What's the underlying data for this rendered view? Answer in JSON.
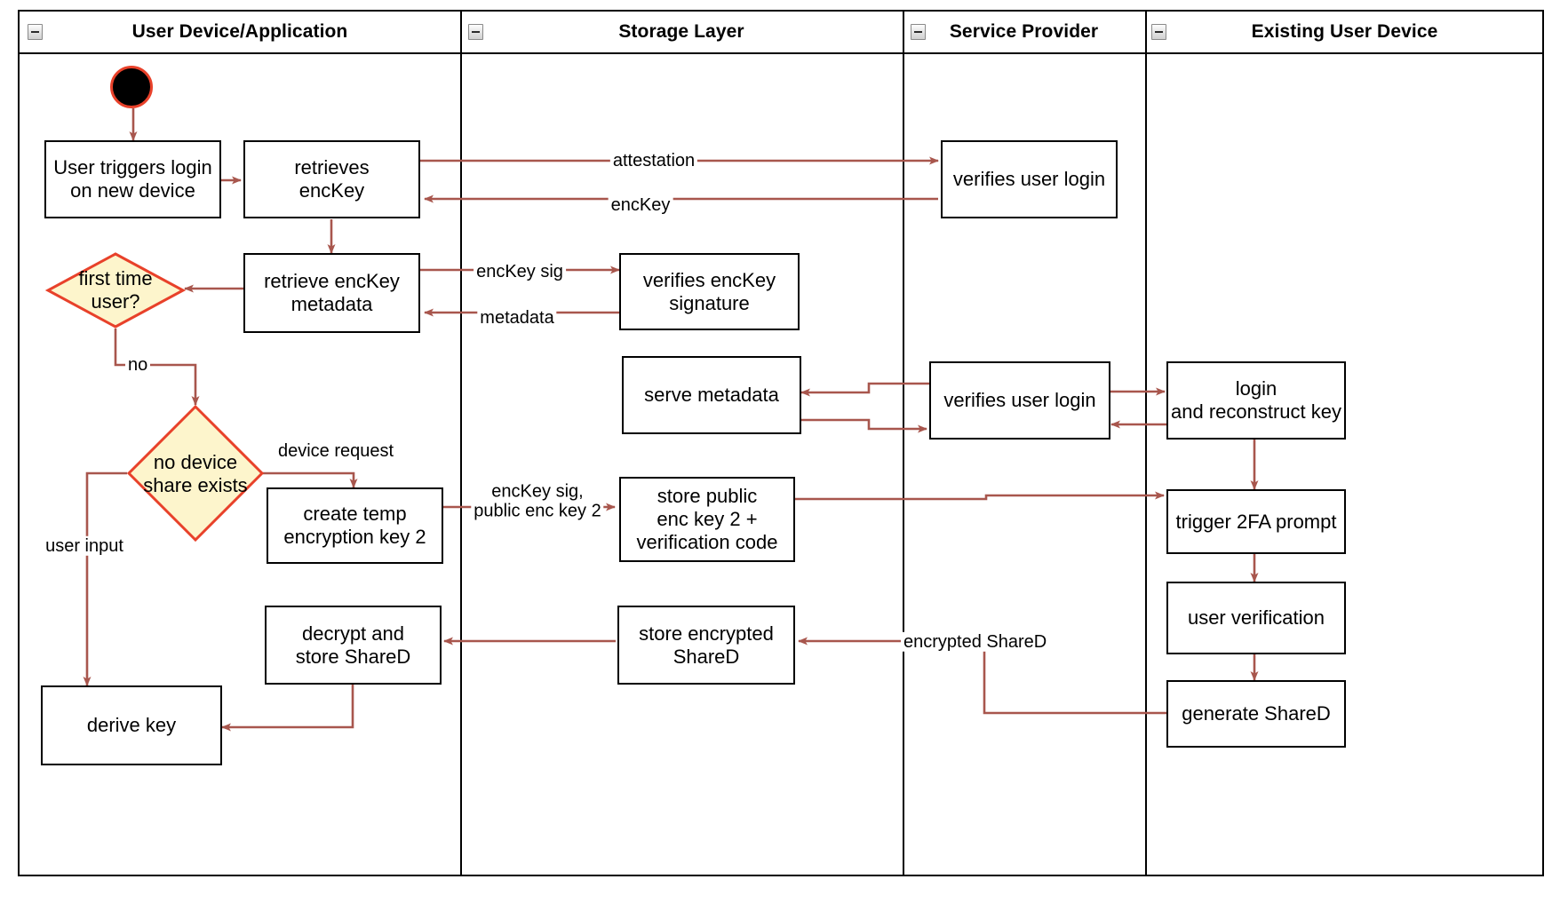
{
  "diagram": {
    "title": "New Device Login / Key Reconstruction Activity Diagram",
    "colors": {
      "edge": "#a8564d",
      "decision_fill": "#fdf5cc",
      "decision_stroke": "#e8412a",
      "node_stroke": "#000000",
      "node_fill": "#ffffff",
      "start_fill": "#000000",
      "start_stroke": "#e8412a",
      "lane_stroke": "#000000",
      "text": "#000000"
    },
    "lanes": [
      {
        "id": "lane-user-device",
        "label": "User Device/Application",
        "collapse_icon": "minus-icon"
      },
      {
        "id": "lane-storage",
        "label": "Storage Layer",
        "collapse_icon": "minus-icon"
      },
      {
        "id": "lane-service-provider",
        "label": "Service Provider",
        "collapse_icon": "minus-icon"
      },
      {
        "id": "lane-existing-device",
        "label": "Existing User Device",
        "collapse_icon": "minus-icon"
      }
    ],
    "nodes": [
      {
        "id": "start",
        "type": "initial-node",
        "label": ""
      },
      {
        "id": "n-user-triggers",
        "type": "action",
        "label": "User triggers login\non new device"
      },
      {
        "id": "n-retrieves-enckey",
        "type": "action",
        "label": "retrieves\nencKey"
      },
      {
        "id": "n-retrieve-metadata",
        "type": "action",
        "label": "retrieve encKey\nmetadata"
      },
      {
        "id": "d-first-time-user",
        "type": "decision",
        "label": "first time\nuser?"
      },
      {
        "id": "d-no-device-share",
        "type": "decision",
        "label": "no device\nshare exists"
      },
      {
        "id": "n-create-temp-key",
        "type": "action",
        "label": "create temp\nencryption key 2"
      },
      {
        "id": "n-decrypt-store-shared",
        "type": "action",
        "label": "decrypt and\nstore ShareD"
      },
      {
        "id": "n-derive-key",
        "type": "action",
        "label": "derive key"
      },
      {
        "id": "n-verifies-sig",
        "type": "action",
        "label": "verifies encKey\nsignature"
      },
      {
        "id": "n-serve-metadata",
        "type": "action",
        "label": "serve metadata"
      },
      {
        "id": "n-store-public-key",
        "type": "action",
        "label": "store public\nenc key 2 +\nverification code"
      },
      {
        "id": "n-store-encrypted-shared",
        "type": "action",
        "label": "store encrypted\nShareD"
      },
      {
        "id": "n-verifies-login-1",
        "type": "action",
        "label": "verifies user login"
      },
      {
        "id": "n-verifies-login-2",
        "type": "action",
        "label": "verifies user login"
      },
      {
        "id": "n-login-reconstruct",
        "type": "action",
        "label": "login\nand reconstruct key"
      },
      {
        "id": "n-trigger-2fa",
        "type": "action",
        "label": "trigger 2FA prompt"
      },
      {
        "id": "n-user-verification",
        "type": "action",
        "label": "user verification"
      },
      {
        "id": "n-generate-shared",
        "type": "action",
        "label": "generate ShareD"
      }
    ],
    "edge_labels": [
      {
        "id": "e-attestation",
        "label": "attestation"
      },
      {
        "id": "e-enckey",
        "label": "encKey"
      },
      {
        "id": "e-enckey-sig",
        "label": "encKey sig"
      },
      {
        "id": "e-metadata",
        "label": "metadata"
      },
      {
        "id": "e-no",
        "label": "no"
      },
      {
        "id": "e-device-request",
        "label": "device request"
      },
      {
        "id": "e-user-input",
        "label": "user input"
      },
      {
        "id": "e-enckey-sig-pub",
        "label": "encKey sig,\npublic enc key 2"
      },
      {
        "id": "e-encrypted-shared",
        "label": "encrypted ShareD"
      }
    ]
  }
}
